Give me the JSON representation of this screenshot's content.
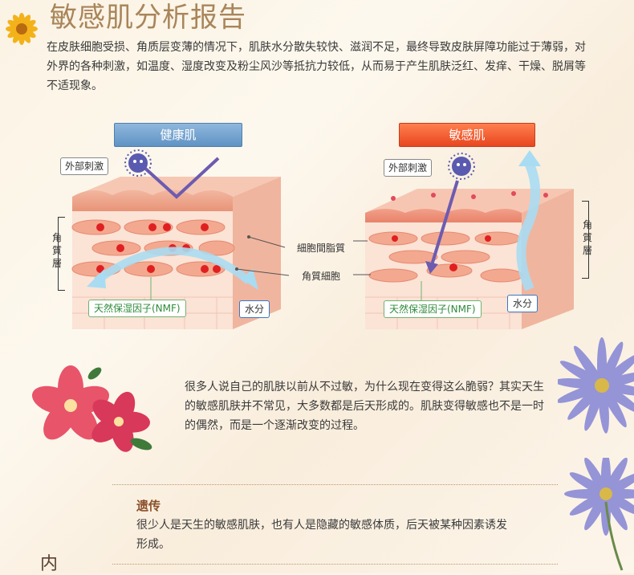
{
  "header": {
    "title": "敏感肌分析报告"
  },
  "intro": "在皮肤细胞受损、角质层变薄的情况下，肌肤水分散失较快、滋润不足，最终导致皮肤屏障功能过于薄弱，对外界的各种刺激，如温度、湿度改变及粉尘风沙等抵抗力较低，从而易于产生肌肤泛红、发痒、干燥、脱屑等不适现象。",
  "diagram": {
    "healthy_label": "健康肌",
    "sensitive_label": "敏感肌",
    "external_stimulus": "外部刺激",
    "intercellular_lipid": "細胞間脂質",
    "corneocyte": "角質細胞",
    "nmf": "天然保湿因子(NMF)",
    "water": "水分",
    "stratum_corneum": "角質層"
  },
  "body": {
    "paragraph": "很多人说自己的肌肤以前从不过敏，为什么现在变得这么脆弱？其实天生的敏感肌肤并不常见，大多数都是后天形成的。肌肤变得敏感也不是一时的偶然，而是一个逐渐改变的过程。"
  },
  "section": {
    "heading": "遗传",
    "text": "很少人是天生的敏感肌肤，也有人是隐藏的敏感体质，后天被某种因素诱发形成。",
    "side_char": "内"
  },
  "colors": {
    "title": "#a9855a",
    "healthy": "#6a9bcc",
    "sensitive": "#e8461f",
    "accent": "#8a4f2a"
  }
}
